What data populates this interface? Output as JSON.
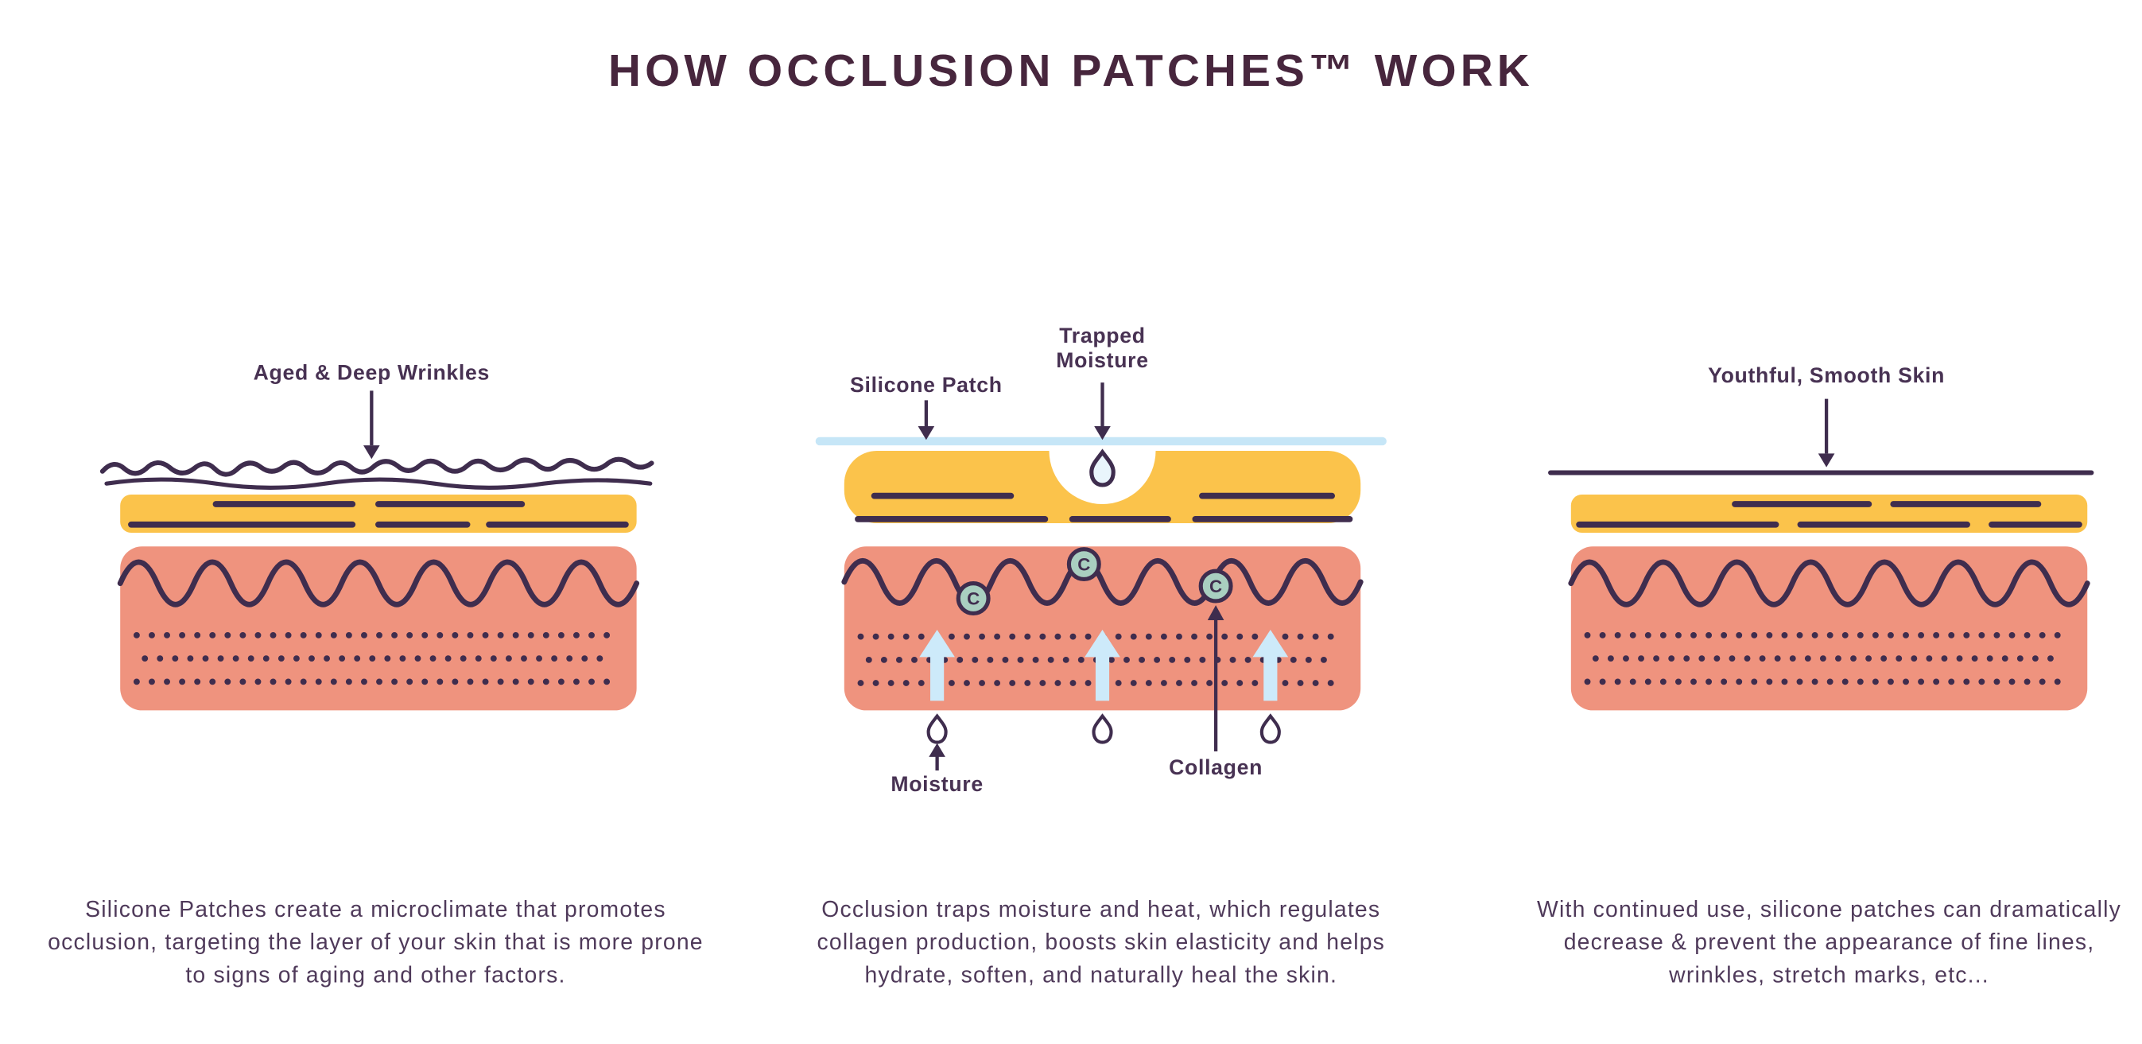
{
  "page": {
    "title": "HOW OCCLUSION PATCHES™ WORK"
  },
  "colors": {
    "background": "#ffffff",
    "title_text": "#47263d",
    "body_text": "#4f3a5a",
    "outline_dark": "#3f2d4e",
    "epidermis_yellow": "#fbc34b",
    "dermis_pink": "#ef937e",
    "patch_blue": "#c6e6f7",
    "arrow_blue": "#cdeafa",
    "collagen_teal": "#a9cfc0"
  },
  "panels": {
    "left": {
      "label": "Aged & Deep Wrinkles",
      "caption": "Silicone Patches create a microclimate that promotes occlusion, targeting the layer of your skin that is more prone to signs of aging and other factors."
    },
    "middle": {
      "silicone_patch_label": "Silicone Patch",
      "trapped_moisture_label": "Trapped Moisture",
      "moisture_label": "Moisture",
      "collagen_label": "Collagen",
      "collagen_symbol": "C",
      "caption": "Occlusion traps moisture and heat, which regulates collagen production, boosts skin elasticity and helps hydrate, soften, and naturally heal the skin."
    },
    "right": {
      "label": "Youthful, Smooth Skin",
      "caption": "With continued use, silicone patches can dramatically decrease & prevent the appearance of fine lines, wrinkles, stretch marks, etc..."
    }
  }
}
